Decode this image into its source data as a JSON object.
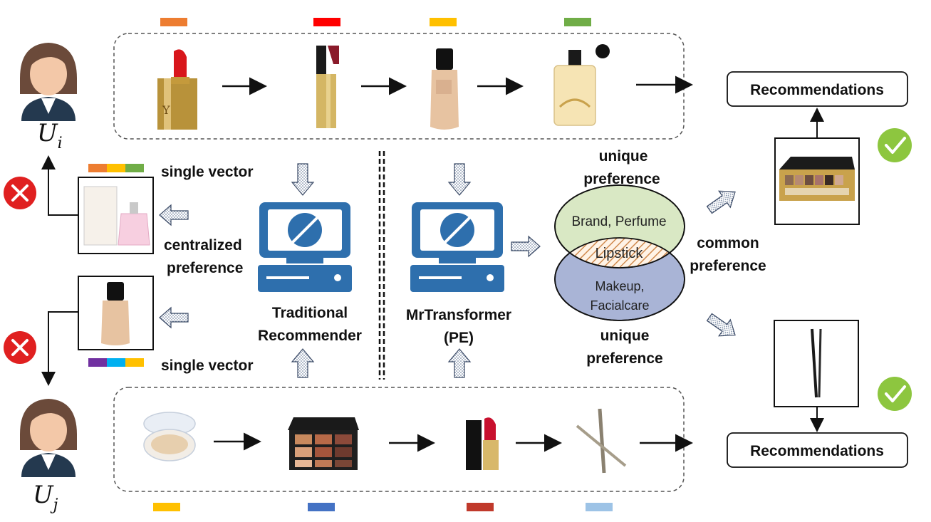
{
  "users": {
    "top": {
      "label": "U",
      "subscript": "i"
    },
    "bottom": {
      "label": "U",
      "subscript": "j"
    }
  },
  "top_sequence": {
    "color_bars": [
      "#ed7d31",
      "#ff0000",
      "#ffc000",
      "#70ad47"
    ],
    "items": [
      "lipstick-icon",
      "slim-lipstick-icon",
      "foundation-icon",
      "perfume-icon"
    ]
  },
  "bottom_sequence": {
    "color_bars": [
      "#ffc000",
      "#4472c4",
      "#c0392b",
      "#9dc3e6"
    ],
    "items": [
      "cushion-compact-icon",
      "eyeshadow-palette-icon",
      "lipstick-icon",
      "eyeliner-pencil-icon"
    ]
  },
  "left_panel": {
    "single_vector_top": "single vector",
    "single_vector_bottom": "single vector",
    "centralized_line1": "centralized",
    "centralized_line2": "preference",
    "top_vector_colors": [
      "#ed7d31",
      "#ffc000",
      "#70ad47"
    ],
    "bottom_vector_colors": [
      "#7030a0",
      "#00b0f0",
      "#ffc000"
    ]
  },
  "traditional": {
    "line1": "Traditional",
    "line2": "Recommender"
  },
  "mrtransformer": {
    "line1": "MrTransformer",
    "line2": "(PE)"
  },
  "venn": {
    "top_line1": "unique",
    "top_line2": "preference",
    "top_set": "Brand, Perfume",
    "overlap": "Lipstick",
    "bottom_set_line1": "Makeup,",
    "bottom_set_line2": "Facialcare",
    "bottom_line1": "unique",
    "bottom_line2": "preference",
    "common_line1": "common",
    "common_line2": "preference",
    "top_fill": "#d9e8c4",
    "bottom_fill": "#a9b4d6"
  },
  "recommendations": {
    "top_label": "Recommendations",
    "bottom_label": "Recommendations"
  },
  "colors": {
    "monitor_blue": "#2e6fad",
    "check_green": "#8dc63f",
    "cross_red": "#e02020"
  }
}
